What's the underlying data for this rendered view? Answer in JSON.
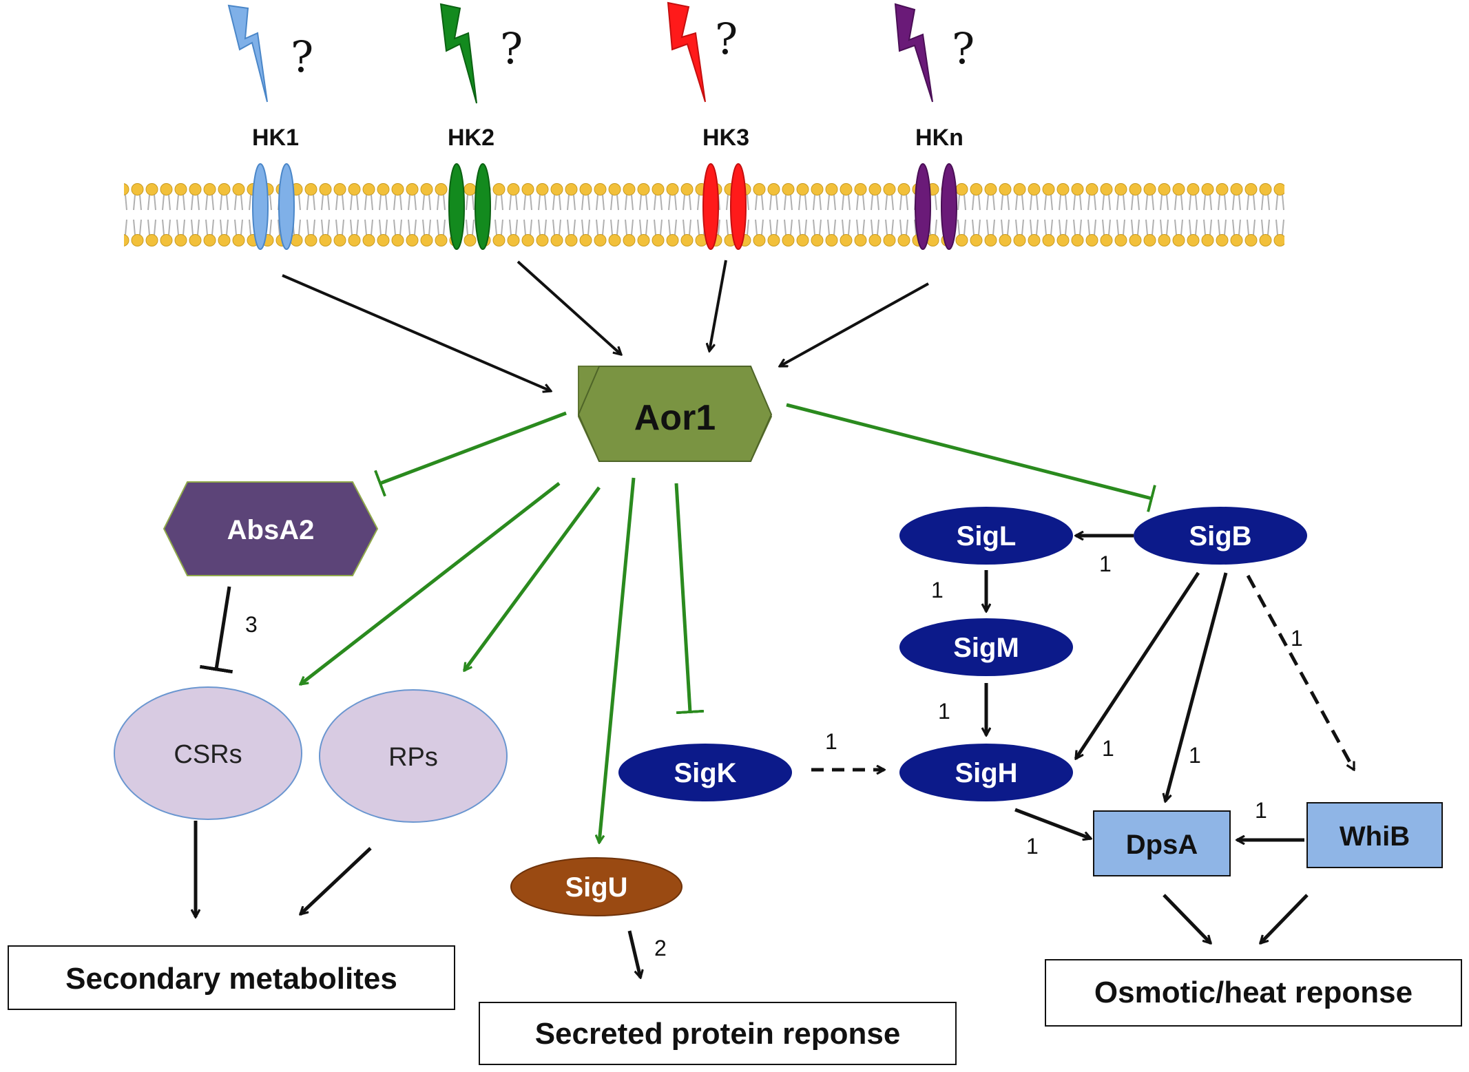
{
  "receptors": {
    "hk1": "HK1",
    "hk2": "HK2",
    "hk3": "HK3",
    "hkn": "HKn",
    "question_mark": "?"
  },
  "nodes": {
    "aor1": "Aor1",
    "absa2": "AbsA2",
    "csrs": "CSRs",
    "rps": "RPs",
    "sigl": "SigL",
    "sigb": "SigB",
    "sigm": "SigM",
    "sigh": "SigH",
    "sigk": "SigK",
    "sigu": "SigU",
    "dpsa": "DpsA",
    "whib": "WhiB"
  },
  "outputs": {
    "secondary": "Secondary metabolites",
    "secreted": "Secreted protein reponse",
    "osmotic": "Osmotic/heat reponse"
  },
  "refs": {
    "one": "1",
    "two": "2",
    "three": "3"
  },
  "colors": {
    "hk1": "#7fb0e8",
    "hk2": "#138a1e",
    "hk3": "#ff1a1a",
    "hkn": "#6a1a78",
    "aor1": "#7a9442",
    "absa2": "#5c4478",
    "sigma": "#0c1a8a",
    "sigu": "#9a4a12",
    "pale_ellipse": "#d8cbe2",
    "box_blue": "#8fb5e6",
    "green_edge": "#2a8a1e",
    "lipid_head": "#f2c03a"
  }
}
